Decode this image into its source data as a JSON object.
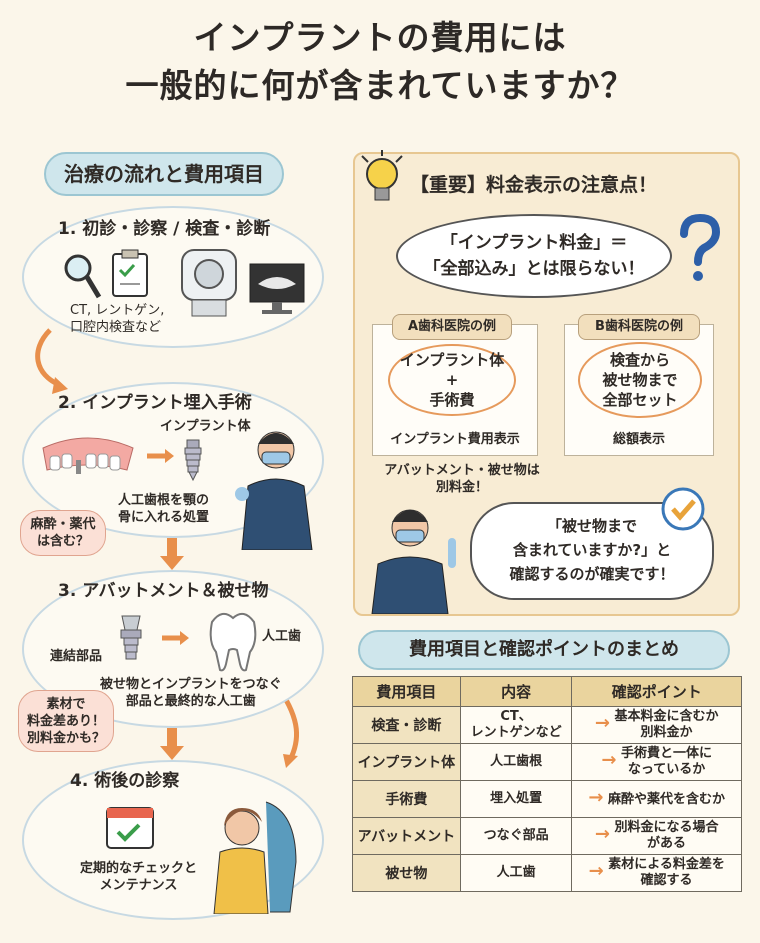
{
  "title": {
    "line1": "インプラントの費用には",
    "line2": "一般的に何が含まれていますか？"
  },
  "flow": {
    "heading": "治療の流れと費用項目",
    "step1": {
      "title": "1. 初診・診察 / 検査・診断",
      "desc1": "CT, レントゲン,",
      "desc2": "口腔内検査など"
    },
    "step2": {
      "title": "2. インプラント埋入手術",
      "implant_label": "インプラント体",
      "desc1": "人工歯根を顎の",
      "desc2": "骨に入れる処置",
      "note1": "麻酔・薬代",
      "note2": "は含む？"
    },
    "step3": {
      "title": "3. アバットメント＆被せ物",
      "part_label": "連結部品",
      "crown_label": "人工歯",
      "desc1": "被せ物とインプラントをつなぐ",
      "desc2": "部品と最終的な人工歯",
      "note1": "素材で",
      "note2": "料金差あり！",
      "note3": "別料金かも？"
    },
    "step4": {
      "title": "4. 術後の診察",
      "desc1": "定期的なチェックと",
      "desc2": "メンテナンス"
    }
  },
  "notice": {
    "title": "【重要】料金表示の注意点！",
    "cloud1": "「インプラント料金」＝",
    "cloud2": "「全部込み」とは限らない！",
    "clinicA": {
      "tag": "A歯科医院の例",
      "ring1": "インプラント体",
      "ring2": "+",
      "ring3": "手術費",
      "caption": "インプラント費用表示"
    },
    "clinicB": {
      "tag": "B歯科医院の例",
      "ring1": "検査から",
      "ring2": "被せ物まで",
      "ring3": "全部セット",
      "caption": "総額表示"
    },
    "warn1": "アバットメント・被せ物は",
    "warn2": "別料金！",
    "bubble1": "「被せ物まで",
    "bubble2": "含まれていますか?」と",
    "bubble3": "確認するのが確実です！"
  },
  "summary": {
    "heading": "費用項目と確認ポイントのまとめ",
    "headers": [
      "費用項目",
      "内容",
      "確認ポイント"
    ],
    "rows": [
      {
        "item": "検査・診断",
        "content1": "CT、",
        "content2": "レントゲンなど",
        "point1": "基本料金に含むか",
        "point2": "別料金か"
      },
      {
        "item": "インプラント体",
        "content1": "人工歯根",
        "content2": "",
        "point1": "手術費と一体に",
        "point2": "なっているか"
      },
      {
        "item": "手術費",
        "content1": "埋入処置",
        "content2": "",
        "point1": "麻酔や薬代を含むか",
        "point2": ""
      },
      {
        "item": "アバットメント",
        "content1": "つなぐ部品",
        "content2": "",
        "point1": "別料金になる場合",
        "point2": "がある"
      },
      {
        "item": "被せ物",
        "content1": "人工歯",
        "content2": "",
        "point1": "素材による料金差を",
        "point2": "確認する"
      }
    ]
  },
  "colors": {
    "accent_orange": "#e88f4b",
    "blue_pill": "#cfe6ec",
    "panel": "#f8ecd4",
    "check_green": "#3a9d4a"
  },
  "icons": [
    "magnifier-icon",
    "clipboard-check-icon",
    "ct-scanner-icon",
    "xray-monitor-icon",
    "gum-model-icon",
    "implant-screw-icon",
    "dentist-icon",
    "abutment-icon",
    "crown-tooth-icon",
    "calendar-check-icon",
    "patient-icon",
    "lightbulb-icon",
    "question-mark-icon",
    "check-circle-icon"
  ]
}
